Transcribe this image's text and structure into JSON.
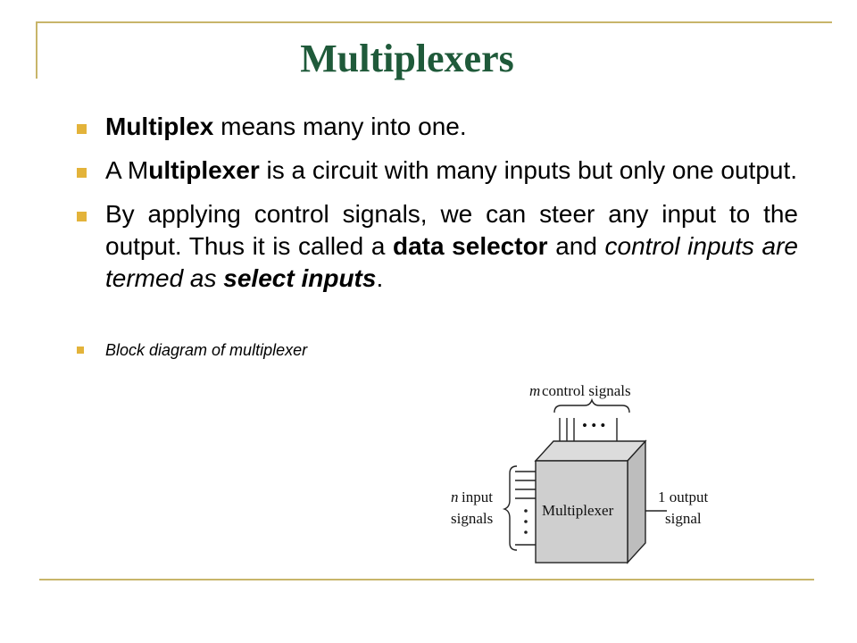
{
  "title": "Multiplexers",
  "bullets": {
    "b1": {
      "bold": "Multiplex",
      "rest": " means many into one."
    },
    "b2": {
      "t1": "A M",
      "bold": "ultiplexer",
      "t2": " is a circuit with many inputs but only one output."
    },
    "b3": {
      "t1": "By applying control signals, we can steer any input to the output. Thus it is called a ",
      "bold": "data selector",
      "t2": " and ",
      "italic": "control inputs are termed as ",
      "bolditalic": "select inputs",
      "t3": "."
    },
    "b4": "Block diagram of multiplexer"
  },
  "diagram": {
    "control_label_m": "m",
    "control_label": "control signals",
    "dots": "• • •",
    "input_label_n": "n",
    "input_label_1": "input",
    "input_label_2": "signals",
    "block_label": "Multiplexer",
    "output_label_1": "1 output",
    "output_label_2": "signal"
  }
}
